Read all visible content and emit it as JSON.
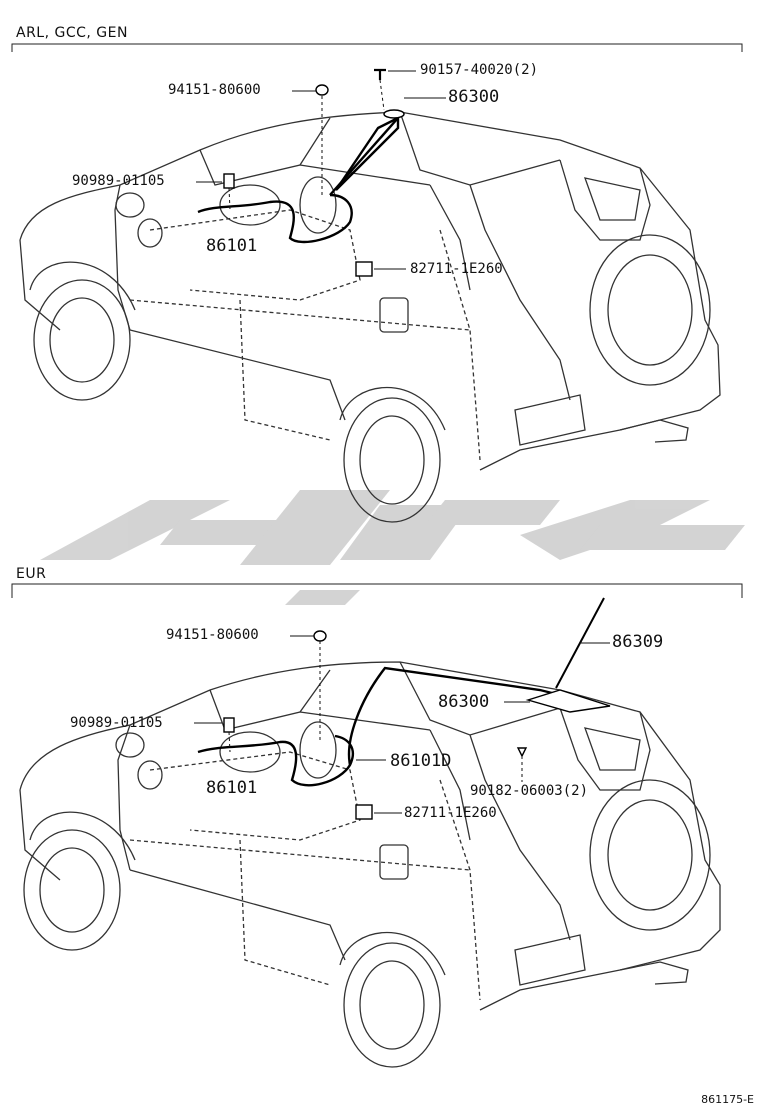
{
  "sections": [
    {
      "label": "ARL, GCC, GEN",
      "parts": {
        "p1": "94151-80600",
        "p2": "90157-40020(2)",
        "p3": "86300",
        "p4": "90989-01105",
        "p5": "86101",
        "p6": "82711-1E260"
      }
    },
    {
      "label": "EUR",
      "parts": {
        "p1": "94151-80600",
        "p2": "86309",
        "p3": "86300",
        "p4": "90989-01105",
        "p5": "86101D",
        "p6": "86101",
        "p7": "90182-06003(2)",
        "p8": "82711-1E260"
      }
    }
  ],
  "watermark": {
    "color": "#cfcfcf"
  },
  "footer": "861175-E"
}
